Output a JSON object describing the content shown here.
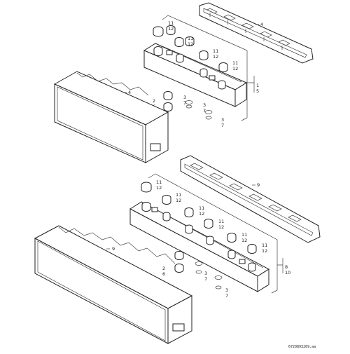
{
  "callouts": {
    "c1": "1",
    "c2": "2",
    "c3": "3",
    "c4": "4",
    "c5": "5",
    "c6": "6",
    "c7": "7",
    "c8": "8",
    "c9": "9",
    "c10": "10",
    "c11": "11",
    "c12": "12"
  },
  "reference": "6720893269.aa"
}
